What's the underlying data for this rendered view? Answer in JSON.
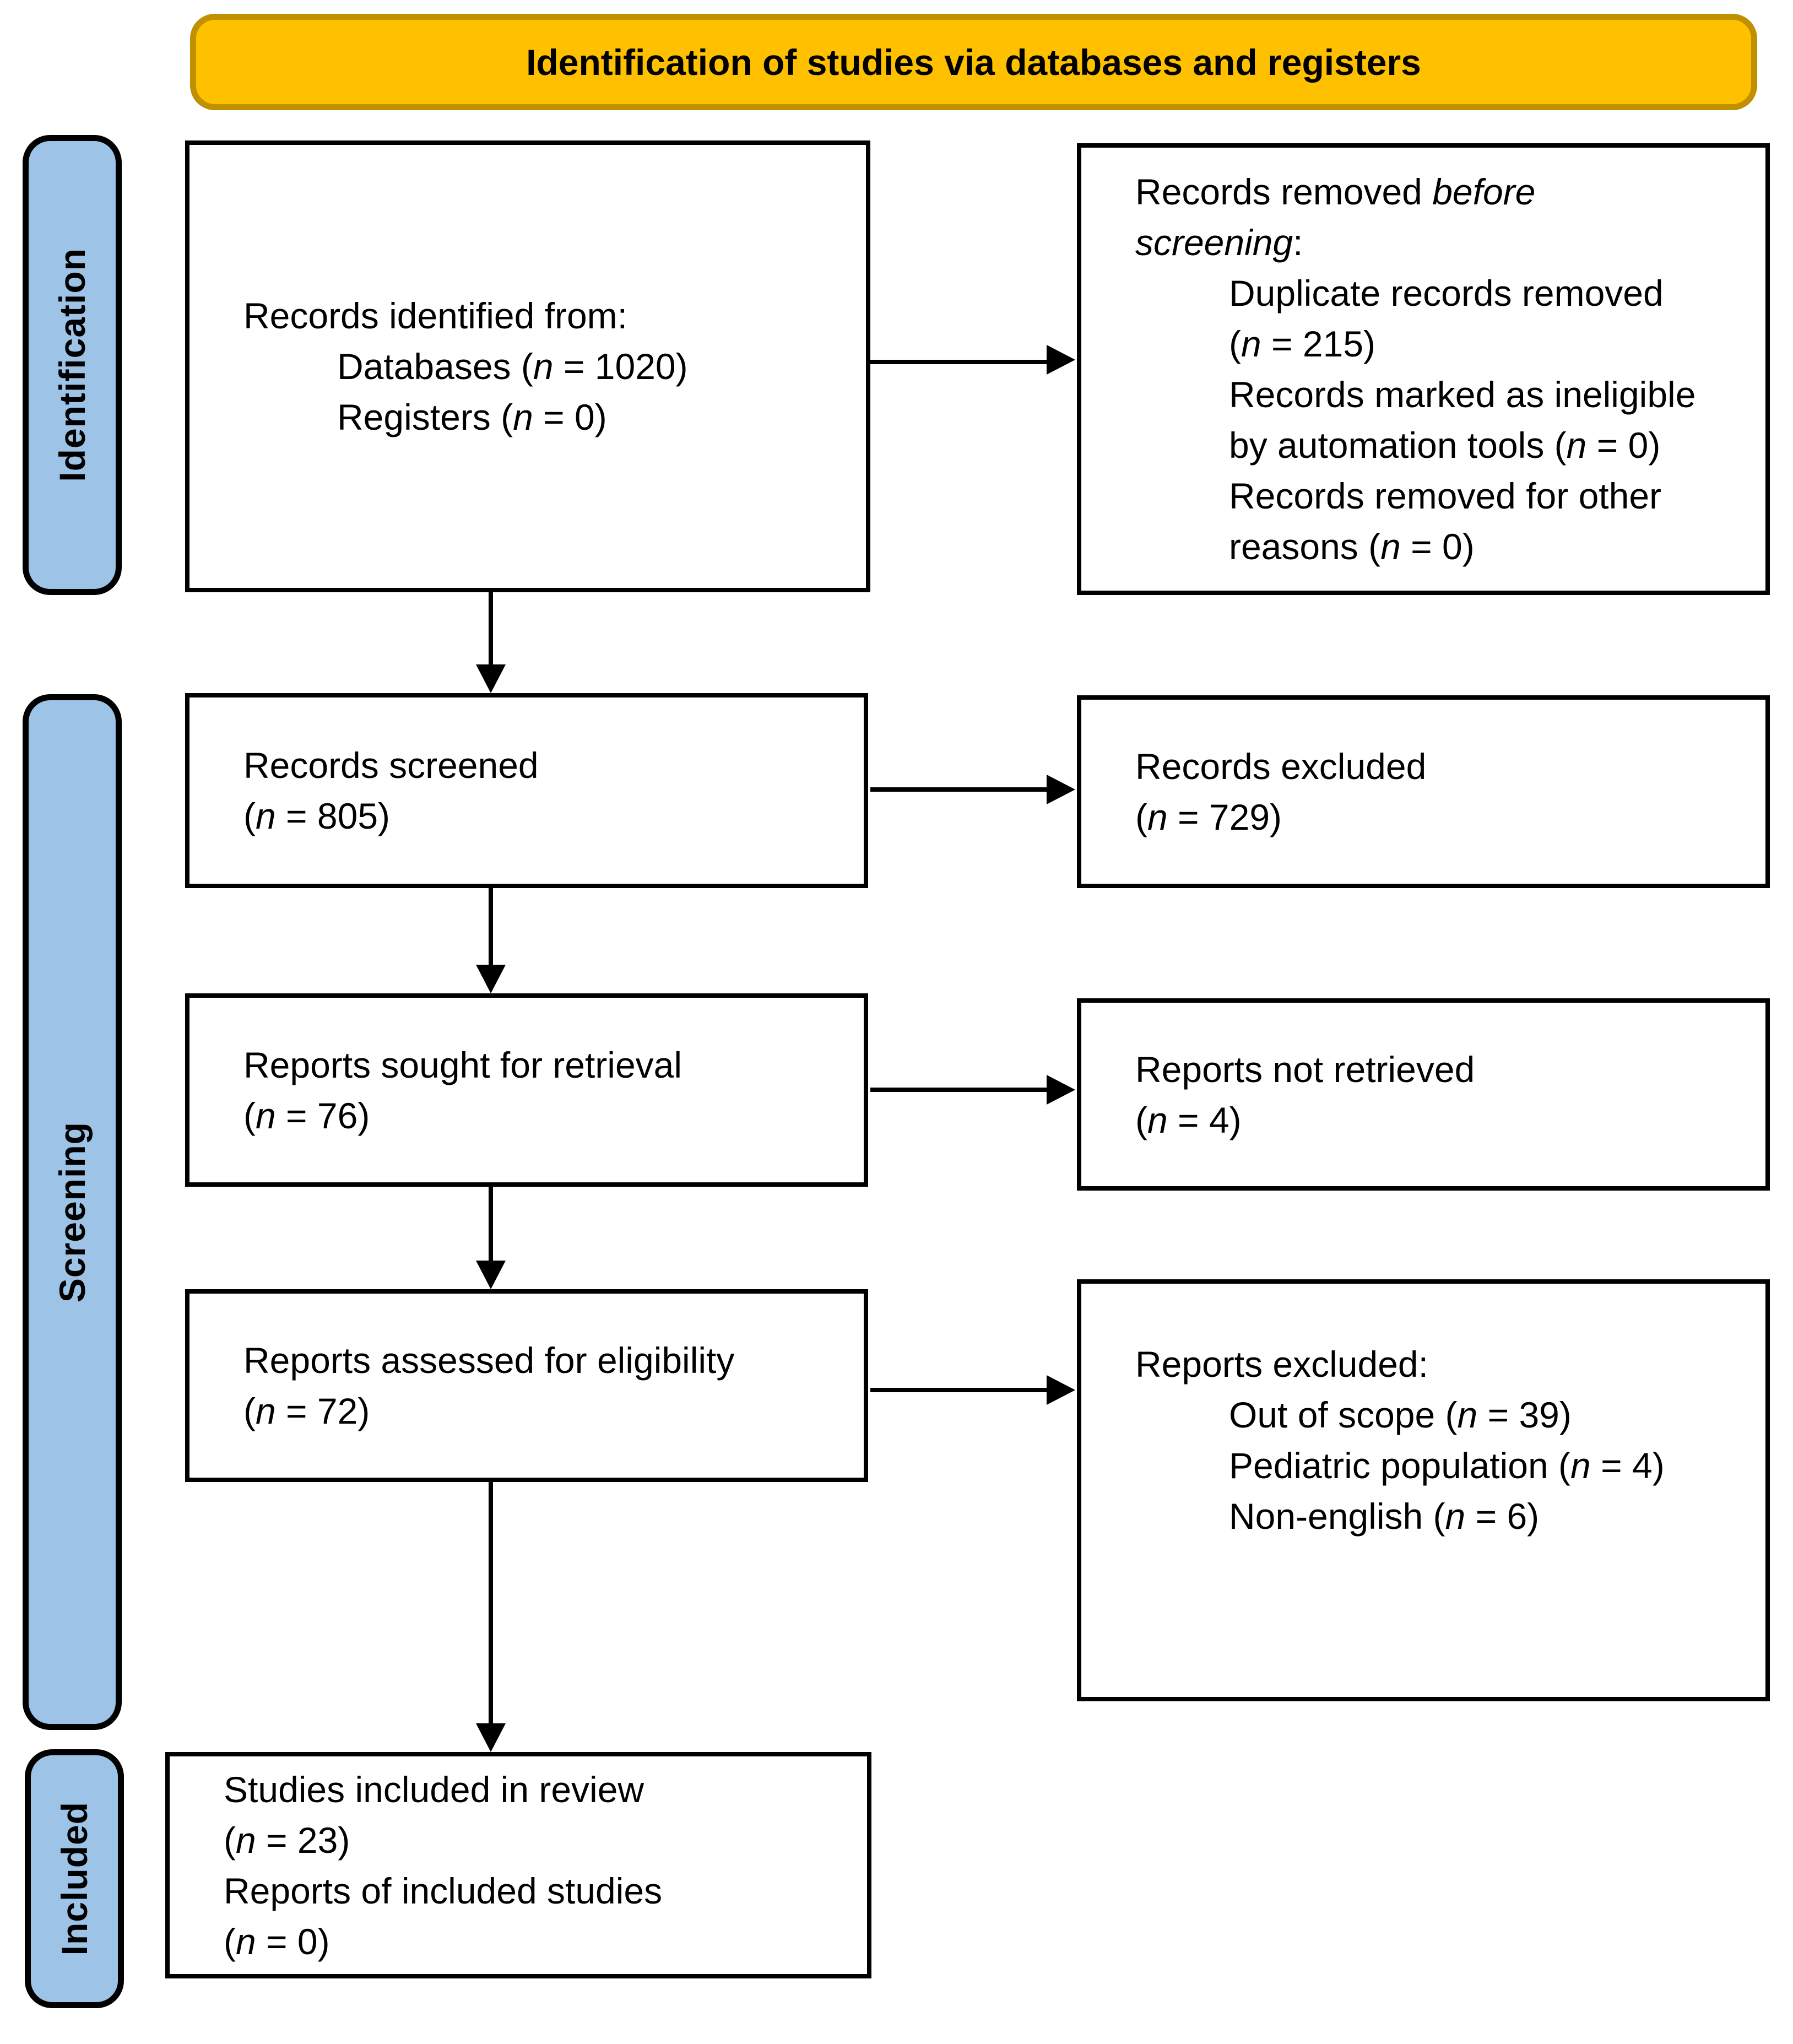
{
  "banner": {
    "title": "Identification of studies via databases and registers"
  },
  "sidebar": {
    "stages": [
      {
        "id": "identification",
        "label": "Identification"
      },
      {
        "id": "screening",
        "label": "Screening"
      },
      {
        "id": "included",
        "label": "Included"
      }
    ]
  },
  "colors": {
    "banner_fill": "#FFC000",
    "banner_border": "#BF9000",
    "stage_fill": "#9DC3E6",
    "stage_border": "#000000",
    "box_fill": "#FFFFFF",
    "box_border": "#000000",
    "arrow": "#000000"
  },
  "boxes": {
    "records_identified": {
      "lines": [
        {
          "indent": 0,
          "seg": [
            {
              "t": "Records identified from:"
            }
          ]
        },
        {
          "indent": 1,
          "seg": [
            {
              "t": "Databases ("
            },
            {
              "t": "n",
              "i": true
            },
            {
              "t": " = 1020)"
            }
          ]
        },
        {
          "indent": 1,
          "seg": [
            {
              "t": "Registers ("
            },
            {
              "t": "n",
              "i": true
            },
            {
              "t": " = 0)"
            }
          ]
        }
      ]
    },
    "records_removed": {
      "lines": [
        {
          "indent": 0,
          "seg": [
            {
              "t": "Records removed "
            },
            {
              "t": "before",
              "i": true
            }
          ]
        },
        {
          "indent": 0,
          "seg": [
            {
              "t": "screening",
              "i": true
            },
            {
              "t": ":"
            }
          ]
        },
        {
          "indent": 1,
          "seg": [
            {
              "t": "Duplicate records removed"
            }
          ]
        },
        {
          "indent": 1,
          "seg": [
            {
              "t": "("
            },
            {
              "t": "n",
              "i": true
            },
            {
              "t": " = 215)"
            }
          ]
        },
        {
          "indent": 1,
          "seg": [
            {
              "t": "Records marked as ineligible"
            }
          ]
        },
        {
          "indent": 1,
          "seg": [
            {
              "t": "by automation tools ("
            },
            {
              "t": "n",
              "i": true
            },
            {
              "t": " = 0)"
            }
          ]
        },
        {
          "indent": 1,
          "seg": [
            {
              "t": "Records removed for other"
            }
          ]
        },
        {
          "indent": 1,
          "seg": [
            {
              "t": "reasons ("
            },
            {
              "t": "n",
              "i": true
            },
            {
              "t": " = 0)"
            }
          ]
        }
      ]
    },
    "records_screened": {
      "lines": [
        {
          "indent": 0,
          "seg": [
            {
              "t": "Records screened"
            }
          ]
        },
        {
          "indent": 0,
          "seg": [
            {
              "t": "("
            },
            {
              "t": "n",
              "i": true
            },
            {
              "t": " = 805)"
            }
          ]
        }
      ]
    },
    "records_excluded": {
      "lines": [
        {
          "indent": 0,
          "seg": [
            {
              "t": "Records excluded"
            }
          ]
        },
        {
          "indent": 0,
          "seg": [
            {
              "t": "("
            },
            {
              "t": "n",
              "i": true
            },
            {
              "t": " = 729)"
            }
          ]
        }
      ]
    },
    "reports_sought": {
      "lines": [
        {
          "indent": 0,
          "seg": [
            {
              "t": "Reports sought for retrieval"
            }
          ]
        },
        {
          "indent": 0,
          "seg": [
            {
              "t": "("
            },
            {
              "t": "n",
              "i": true
            },
            {
              "t": " = 76)"
            }
          ]
        }
      ]
    },
    "reports_not_retrieved": {
      "lines": [
        {
          "indent": 0,
          "seg": [
            {
              "t": "Reports not retrieved"
            }
          ]
        },
        {
          "indent": 0,
          "seg": [
            {
              "t": "("
            },
            {
              "t": "n",
              "i": true
            },
            {
              "t": " = 4)"
            }
          ]
        }
      ]
    },
    "reports_assessed": {
      "lines": [
        {
          "indent": 0,
          "seg": [
            {
              "t": "Reports assessed for eligibility"
            }
          ]
        },
        {
          "indent": 0,
          "seg": [
            {
              "t": "("
            },
            {
              "t": "n",
              "i": true
            },
            {
              "t": " = 72)"
            }
          ]
        }
      ]
    },
    "reports_excluded": {
      "lines": [
        {
          "indent": 0,
          "seg": [
            {
              "t": "Reports excluded:"
            }
          ]
        },
        {
          "indent": 1,
          "seg": [
            {
              "t": "Out of scope ("
            },
            {
              "t": "n",
              "i": true
            },
            {
              "t": " = 39)"
            }
          ]
        },
        {
          "indent": 1,
          "seg": [
            {
              "t": "Pediatric population ("
            },
            {
              "t": "n",
              "i": true
            },
            {
              "t": " = 4)"
            }
          ]
        },
        {
          "indent": 1,
          "seg": [
            {
              "t": "Non-english ("
            },
            {
              "t": "n",
              "i": true
            },
            {
              "t": " = 6)"
            }
          ]
        }
      ]
    },
    "studies_included": {
      "lines": [
        {
          "indent": 0,
          "seg": [
            {
              "t": "Studies included in review"
            }
          ]
        },
        {
          "indent": 0,
          "seg": [
            {
              "t": "("
            },
            {
              "t": "n",
              "i": true
            },
            {
              "t": " = 23)"
            }
          ]
        },
        {
          "indent": 0,
          "seg": [
            {
              "t": "Reports of included studies"
            }
          ]
        },
        {
          "indent": 0,
          "seg": [
            {
              "t": "("
            },
            {
              "t": "n",
              "i": true
            },
            {
              "t": " = 0)"
            }
          ]
        }
      ]
    }
  }
}
